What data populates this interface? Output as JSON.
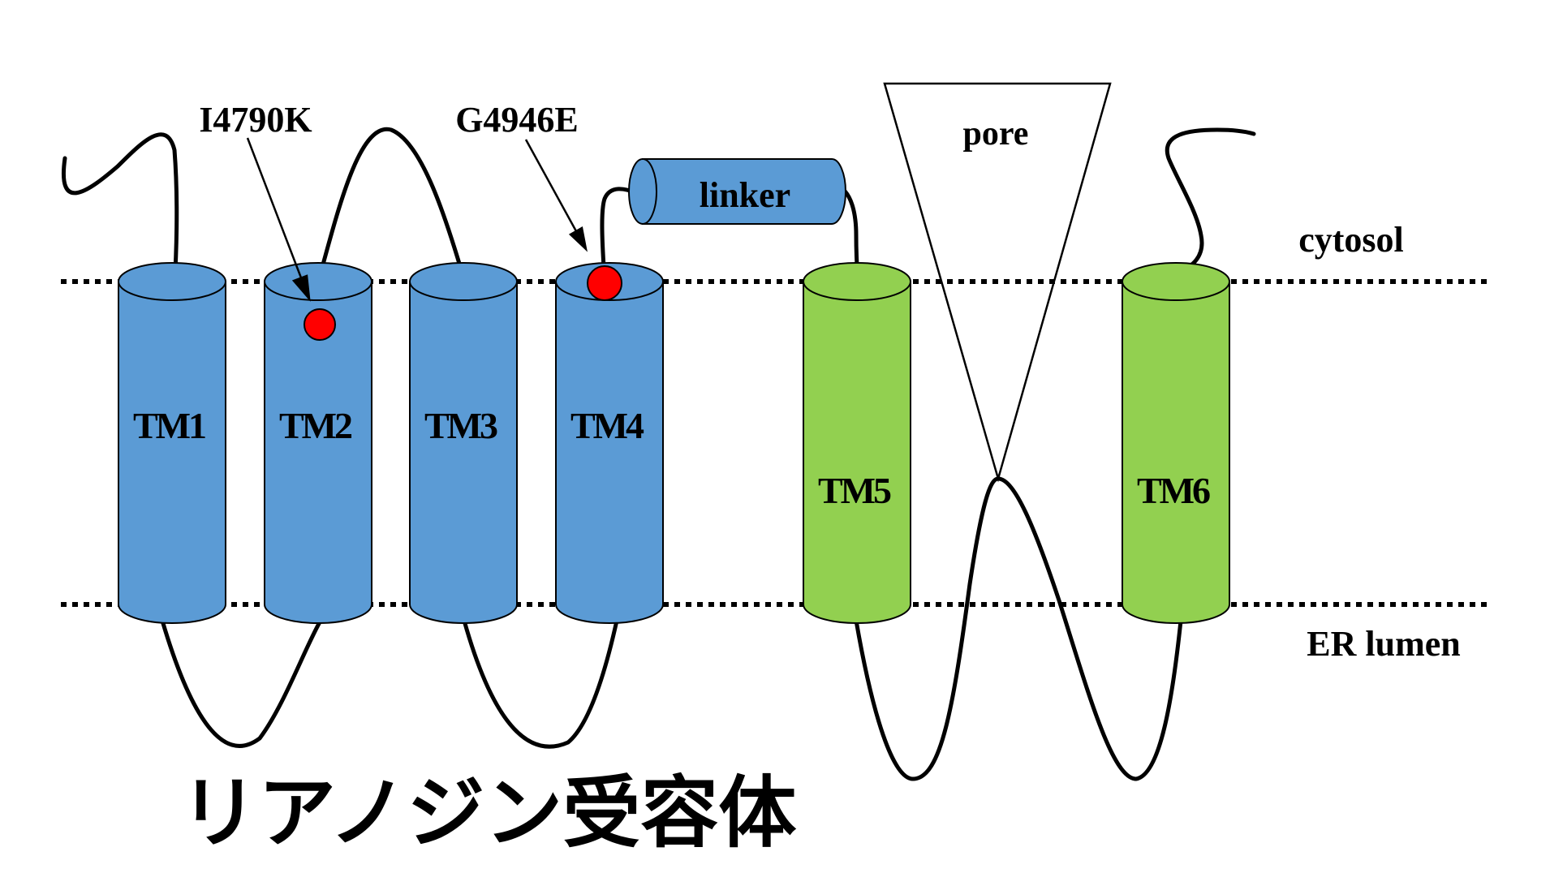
{
  "membrane": {
    "top_label": "cytosol",
    "bottom_label": "ER lumen"
  },
  "helices": [
    {
      "id": "tm1",
      "label": "TM1",
      "color": "#5b9bd5"
    },
    {
      "id": "tm2",
      "label": "TM2",
      "color": "#5b9bd5"
    },
    {
      "id": "tm3",
      "label": "TM3",
      "color": "#5b9bd5"
    },
    {
      "id": "tm4",
      "label": "TM4",
      "color": "#5b9bd5"
    },
    {
      "id": "tm5",
      "label": "TM5",
      "color": "#92d050"
    },
    {
      "id": "tm6",
      "label": "TM6",
      "color": "#92d050"
    }
  ],
  "linker": {
    "label": "linker",
    "color": "#5b9bd5"
  },
  "pore": {
    "label": "pore"
  },
  "mutations": [
    {
      "label": "I4790K",
      "color": "#ff0000"
    },
    {
      "label": "G4946E",
      "color": "#ff0000"
    }
  ],
  "caption": "リアノジン受容体"
}
